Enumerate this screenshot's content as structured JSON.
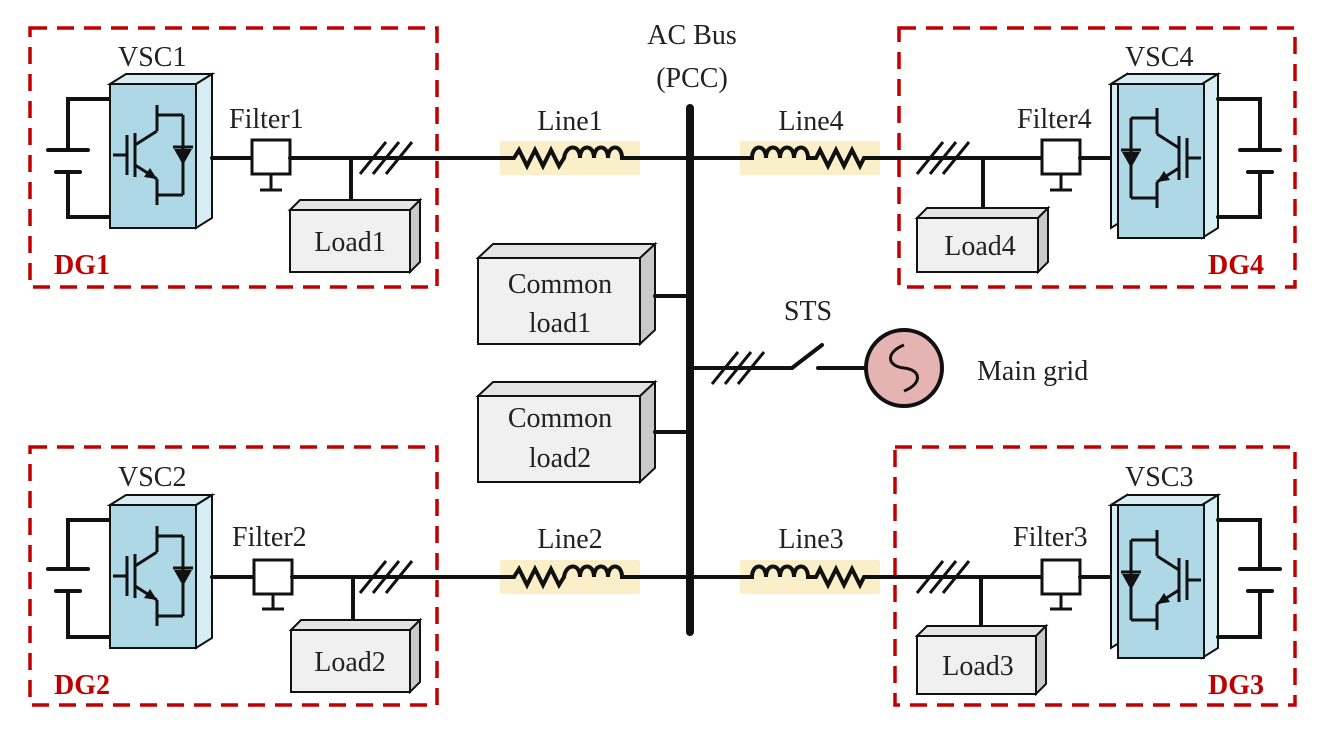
{
  "bus": {
    "title_line1": "AC Bus",
    "title_line2": "(PCC)"
  },
  "dg_units": [
    {
      "dg": "DG1",
      "vsc": "VSC1",
      "filter": "Filter1",
      "load": "Load1",
      "line": "Line1"
    },
    {
      "dg": "DG2",
      "vsc": "VSC2",
      "filter": "Filter2",
      "load": "Load2",
      "line": "Line2"
    },
    {
      "dg": "DG3",
      "vsc": "VSC3",
      "filter": "Filter3",
      "load": "Load3",
      "line": "Line3"
    },
    {
      "dg": "DG4",
      "vsc": "VSC4",
      "filter": "Filter4",
      "load": "Load4",
      "line": "Line4"
    }
  ],
  "common_loads": [
    {
      "line1": "Common",
      "line2": "load1"
    },
    {
      "line1": "Common",
      "line2": "load2"
    }
  ],
  "switch": {
    "label": "STS"
  },
  "grid": {
    "label": "Main grid"
  },
  "colors": {
    "vsc": "#aed8e6",
    "dg_label": "#c00000",
    "line_highlight": "#fbefc9",
    "grid_source": "#e6b3b3"
  }
}
